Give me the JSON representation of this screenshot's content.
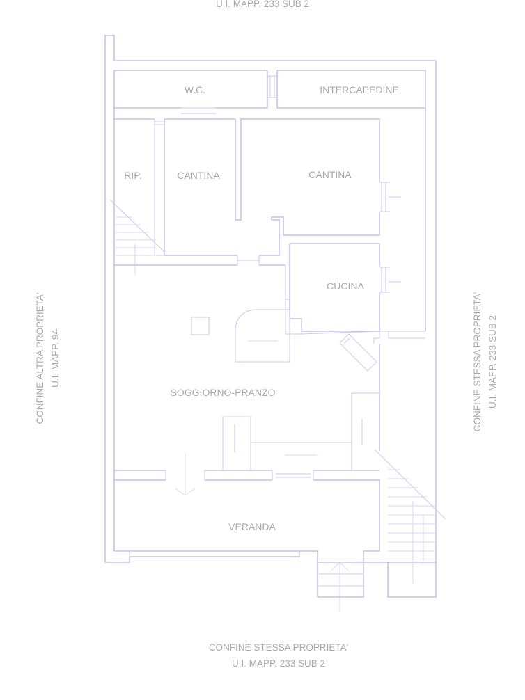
{
  "top_label": "U.I. MAPP. 233 SUB 2",
  "rooms": {
    "wc": "W.C.",
    "intercapedine": "INTERCAPEDINE",
    "rip": "RIP.",
    "cantina_left": "CANTINA",
    "cantina_right": "CANTINA",
    "cucina": "CUCINA",
    "soggiorno": "SOGGIORNO-PRANZO",
    "veranda": "VERANDA"
  },
  "left_boundary": {
    "line1": "CONFINE ALTRA PROPRIETA'",
    "line2": "U.I. MAPP. 94"
  },
  "right_boundary": {
    "line1": "CONFINE STESSA PROPRIETA'",
    "line2": "U.I. MAPP. 233 SUB 2"
  },
  "bottom_boundary": {
    "line1": "CONFINE STESSA PROPRIETA'",
    "line2": "U.I. MAPP. 233 SUB 2"
  }
}
